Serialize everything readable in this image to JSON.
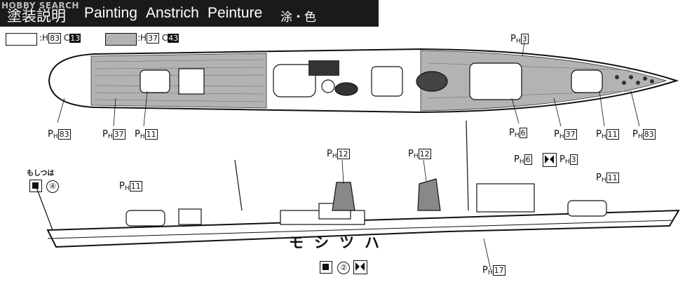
{
  "watermark": "HOBBY SEARCH",
  "header": {
    "jp": "塗装説明",
    "en": "Painting",
    "de": "Anstrich",
    "fr": "Peinture",
    "jp2": "涂・色"
  },
  "legend": [
    {
      "sep": ":H",
      "h": "83",
      "c_label": "C",
      "c": "13",
      "color": "#ffffff"
    },
    {
      "sep": ":H",
      "h": "37",
      "c_label": "C",
      "c": "43",
      "color": "#b3b3b3"
    }
  ],
  "refs": {
    "p_letter": "P",
    "h_sub": "H",
    "top_deck": [
      "83",
      "37",
      "11",
      "3",
      "6",
      "37",
      "11",
      "83"
    ],
    "side": [
      "12",
      "12",
      "6",
      "3",
      "11",
      "11",
      "17"
    ]
  },
  "side_text": {
    "hira": "もしつは",
    "circ4": "④",
    "circ2": "②",
    "kana": [
      "モ",
      "シ",
      "ツ",
      "ハ"
    ]
  },
  "colors": {
    "header_bg": "#1a1a1a",
    "deck_gray": "#b3b3b3"
  }
}
